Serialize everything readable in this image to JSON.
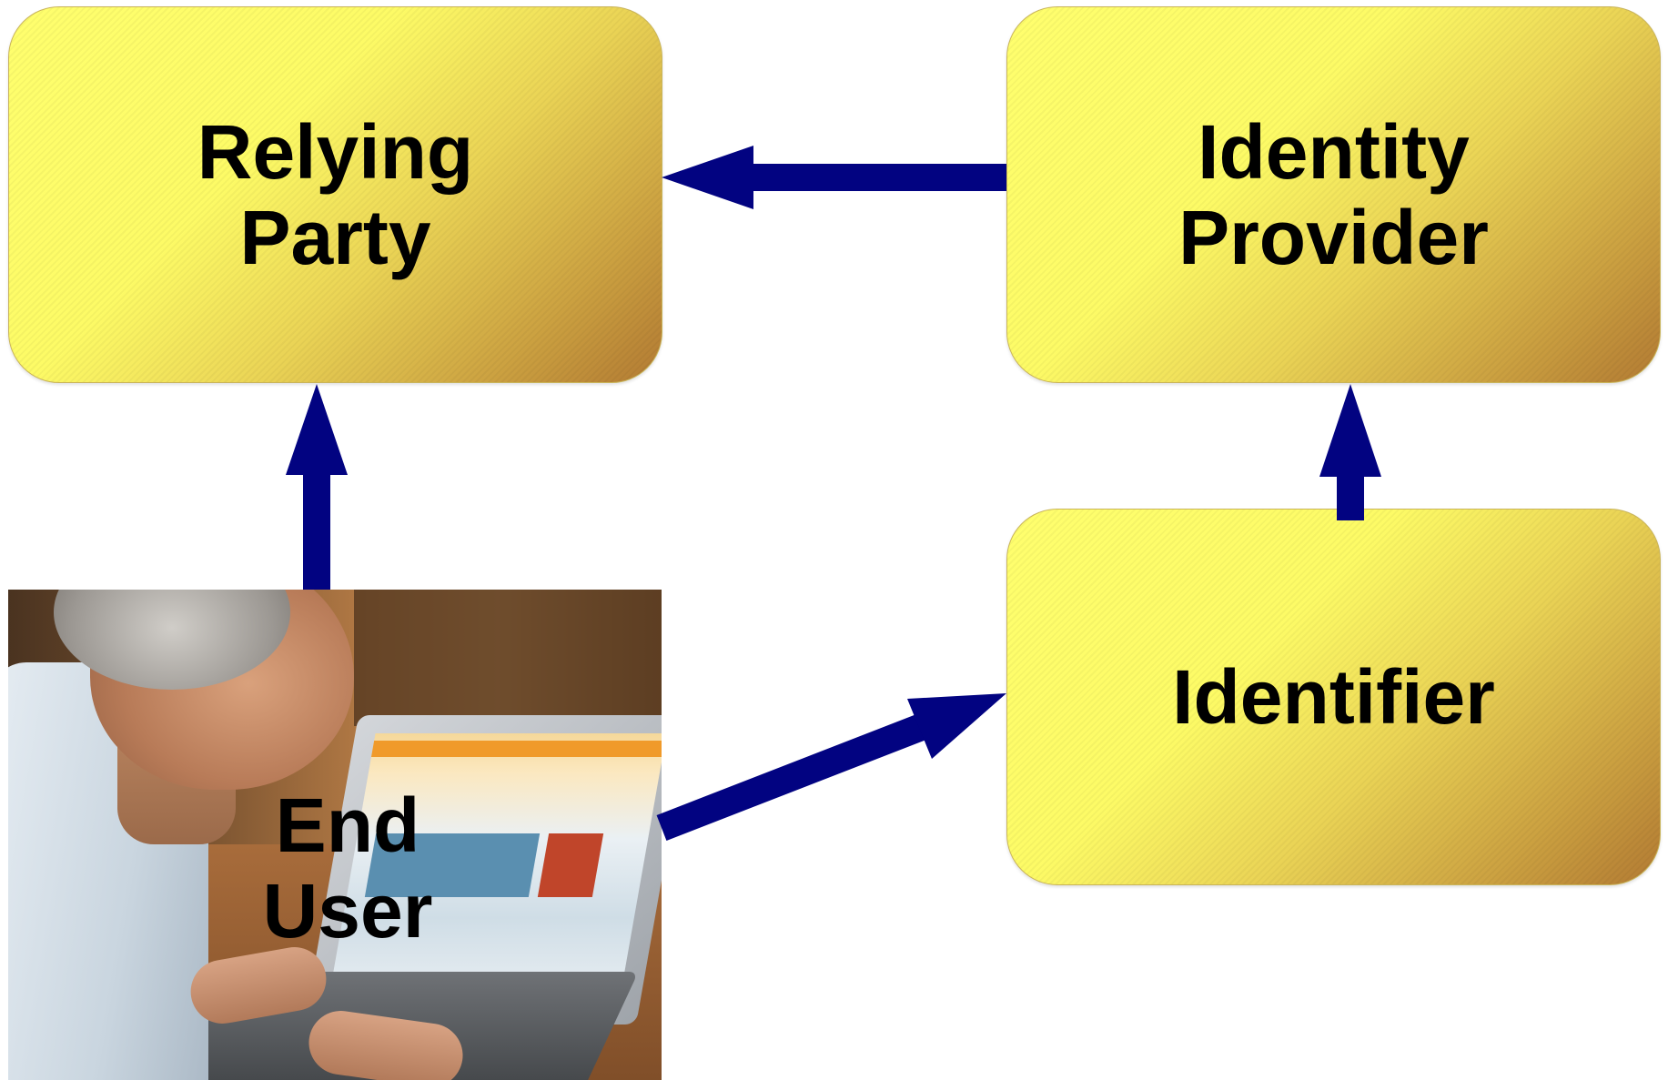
{
  "nodes": {
    "relying_party": {
      "line1": "Relying",
      "line2": "Party"
    },
    "identity_provider": {
      "line1": "Identity",
      "line2": "Provider"
    },
    "identifier": {
      "label": "Identifier"
    },
    "end_user": {
      "line1": "End",
      "line2": "User"
    }
  },
  "edges": [
    {
      "from": "identity_provider",
      "to": "relying_party"
    },
    {
      "from": "end_user",
      "to": "relying_party"
    },
    {
      "from": "end_user",
      "to": "identifier"
    },
    {
      "from": "identifier",
      "to": "identity_provider"
    }
  ],
  "colors": {
    "arrow": "#020381",
    "box_light": "#ffff6e",
    "box_dark": "#b27a33",
    "text": "#000000"
  }
}
